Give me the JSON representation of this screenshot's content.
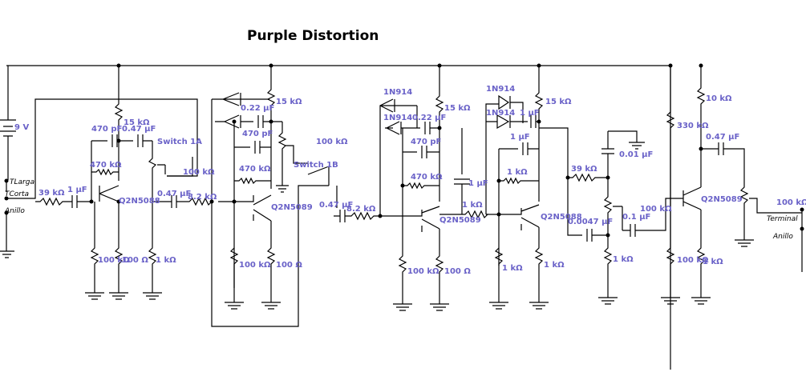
{
  "title": "Purple Distortion",
  "labels": {
    "battery": "9 V",
    "r_in": "39 kΩ",
    "c_in": "1 µF",
    "c1": "470 pF",
    "c2": "0.47 µF",
    "r_fb1": "470 kΩ",
    "r_c1": "15 kΩ",
    "q1": "Q2N5088",
    "r_e1a": "100 kΩ",
    "r_e1b": "100 Ω",
    "pot1": "1 kΩ",
    "switch1a": "Switch 1A",
    "sw_r": "100 kΩ",
    "c_s1": "0.47 µF",
    "r_s1": "8.2 kΩ",
    "c3": "0.22 µF",
    "c4": "470 pF",
    "r_c2": "15 kΩ",
    "r_fb2": "470 kΩ",
    "q2": "Q2N5089",
    "r_b2": "100 kΩ",
    "r_e2": "100 Ω",
    "pot2": "100 kΩ",
    "switch1b": "Switch 1B",
    "c_s2": "0.47 µF",
    "r_s2": "8.2 kΩ",
    "d3": "1N914",
    "d4": "1N914",
    "c5": "0.22 µF",
    "c6": "470 pF",
    "r_c3": "15 kΩ",
    "r_fb3": "470 kΩ",
    "c7": "1 µF",
    "q3": "Q2N5089",
    "r_b3": "100 kΩ",
    "r_e3": "100 Ω",
    "r_s3": "1 kΩ",
    "d5": "1N914",
    "d6": "1N914",
    "c8": "1 µF",
    "r_c4": "15 kΩ",
    "c9": "1 µF",
    "r_fb4": "1 kΩ",
    "q4": "Q2N5088",
    "r_b4": "1 kΩ",
    "r_e4": "1 kΩ",
    "r_t1": "39 kΩ",
    "c_t1": "0.01 µF",
    "c_t2": "0.0047 µF",
    "r_t2": "1 kΩ",
    "c_t3": "0.1 µF",
    "pot_t": "100 kΩ",
    "r_b5": "330 kΩ",
    "r_b6": "100 kΩ",
    "r_c5": "10 kΩ",
    "c_out": "0.47 µF",
    "q5": "Q2N5089",
    "r_e5": "1 kΩ",
    "pot_vol": "100 kΩ",
    "j_tlarga": "TLarga",
    "j_tcorta": "TCorta",
    "j_anillo_in": "Anillo",
    "j_terminal": "Terminal",
    "j_anillo_out": "Anillo"
  },
  "colors": {
    "wire": "#000000",
    "label": "#6a62c8"
  }
}
